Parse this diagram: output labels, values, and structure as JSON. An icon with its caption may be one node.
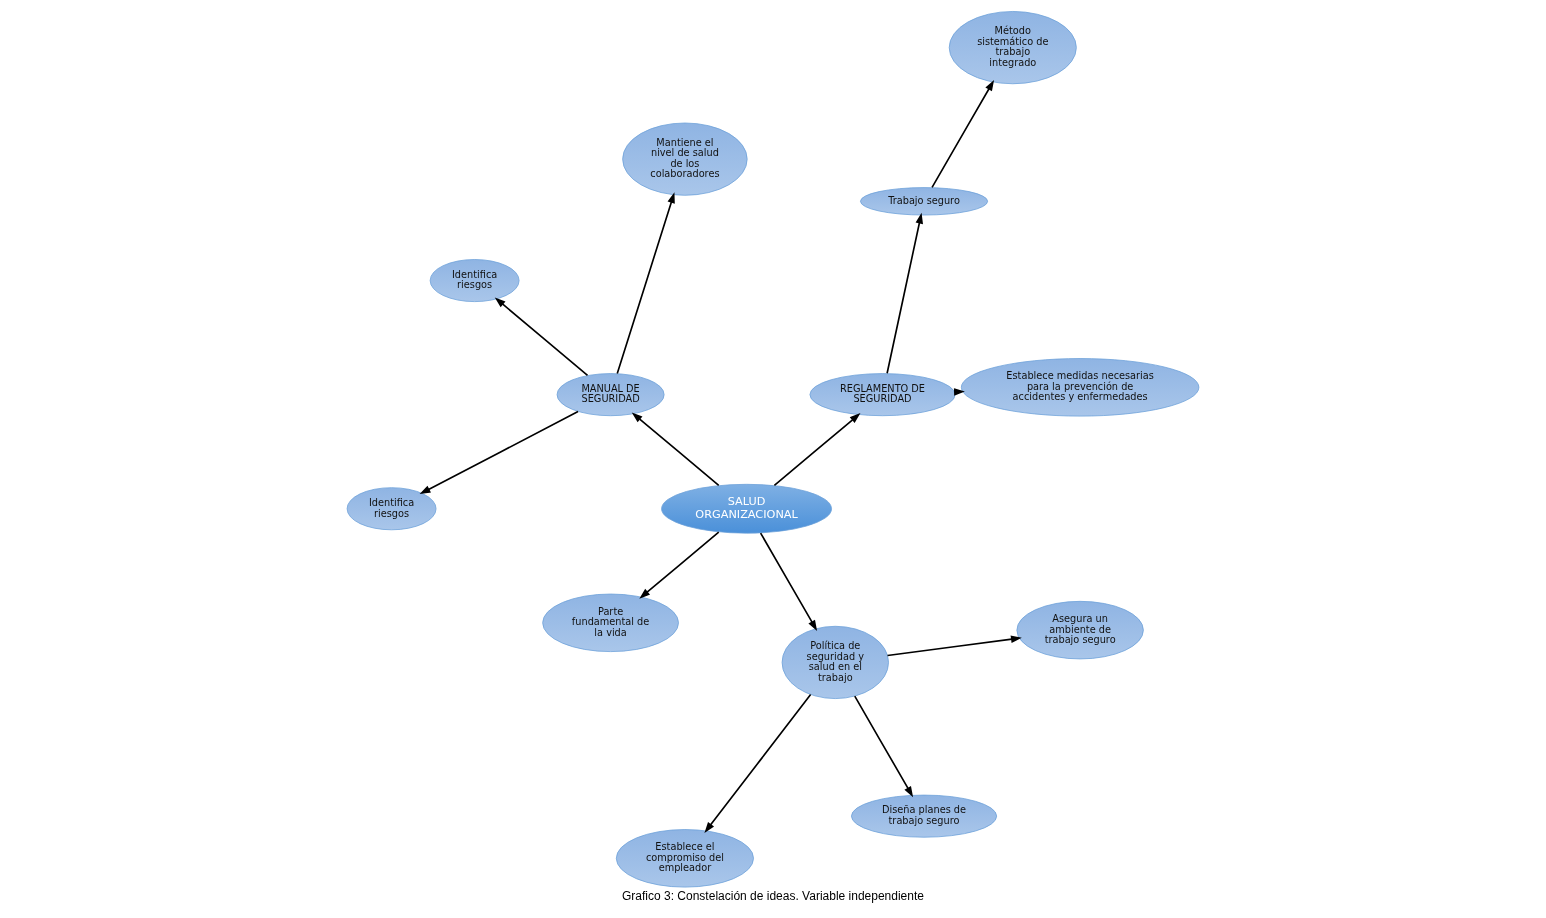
{
  "diagram": {
    "caption": "Grafico 3: Constelación de ideas. Variable independiente",
    "nodes": [
      {
        "text": [
          "SALUD ORGANIZACIONAL"
        ]
      },
      {
        "text": [
          "REGLAMENTO DE SEGURIDAD"
        ]
      },
      {
        "text": [
          "Establece medidas necesarias para la prevención de accidentes y enfermedades"
        ]
      },
      {
        "text": [
          "Trabajo seguro"
        ]
      },
      {
        "text": [
          "Método sistemático de trabajo integrado"
        ]
      },
      {
        "text": [
          "MANUAL DE SEGURIDAD"
        ]
      },
      {
        "text": [
          "Mantiene el nivel de salud de los colaboradores"
        ]
      },
      {
        "text": [
          "Identifica riesgos"
        ]
      },
      {
        "text": [
          "Identifica riesgos"
        ]
      },
      {
        "text": [
          "Parte fundamental de la vida"
        ]
      },
      {
        "text": [
          "Política de seguridad y salud en el trabajo"
        ]
      },
      {
        "text": [
          "Establece el compromiso del empleador"
        ]
      },
      {
        "text": [
          "Diseña planes de trabajo seguro"
        ]
      },
      {
        "text": [
          "Asegura un ambiente de trabajo seguro"
        ]
      }
    ],
    "edges": [
      {
        "from": 0,
        "to": 1,
        "arrow": "to"
      },
      {
        "from": 1,
        "to": 2,
        "arrow": "to"
      },
      {
        "from": 1,
        "to": 3,
        "arrow": "to"
      },
      {
        "from": 3,
        "to": 4,
        "arrow": "to"
      },
      {
        "from": 0,
        "to": 5,
        "arrow": "to"
      },
      {
        "from": 5,
        "to": 6,
        "arrow": "to"
      },
      {
        "from": 5,
        "to": 7,
        "arrow": "to"
      },
      {
        "from": 5,
        "to": 8,
        "arrow": "to"
      },
      {
        "from": 0,
        "to": 9,
        "arrow": "to"
      },
      {
        "from": 0,
        "to": 10,
        "arrow": "to"
      },
      {
        "from": 10,
        "to": 11,
        "arrow": "to"
      },
      {
        "from": 10,
        "to": 12,
        "arrow": "to"
      },
      {
        "from": 10,
        "to": 13,
        "arrow": "to"
      }
    ]
  }
}
